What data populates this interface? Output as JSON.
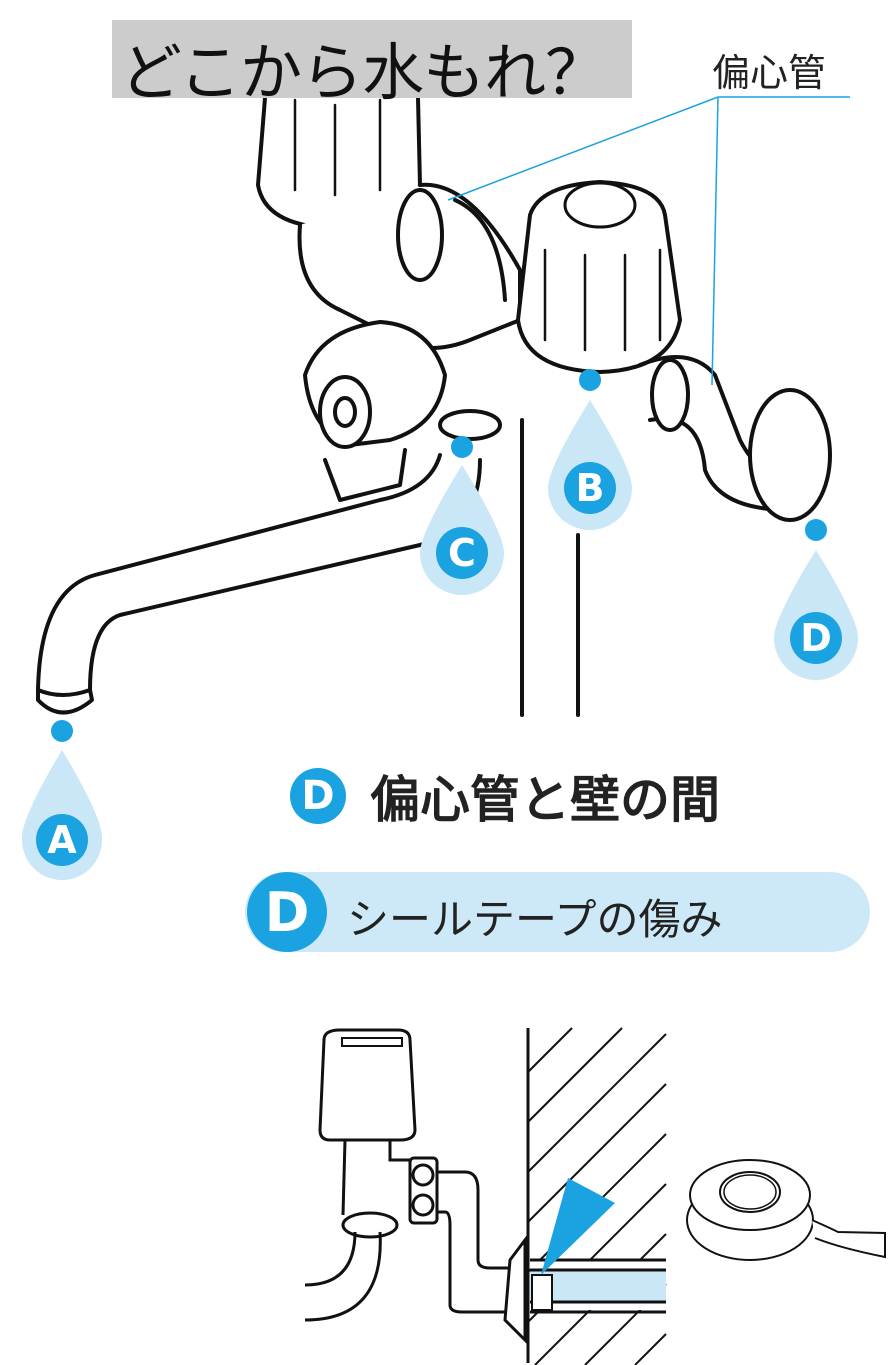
{
  "title": "どこから水もれ？",
  "pipe_label": "偏心管",
  "drops": [
    {
      "letter": "A"
    },
    {
      "letter": "B"
    },
    {
      "letter": "C"
    },
    {
      "letter": "D"
    }
  ],
  "heading": {
    "badge": "D",
    "text": "偏心管と壁の間"
  },
  "cause": {
    "badge": "D",
    "text": "シールテープの傷み"
  },
  "colors": {
    "accent": "#1aa3e0",
    "light": "#cde9f7",
    "title_bg": "#cccccc"
  }
}
